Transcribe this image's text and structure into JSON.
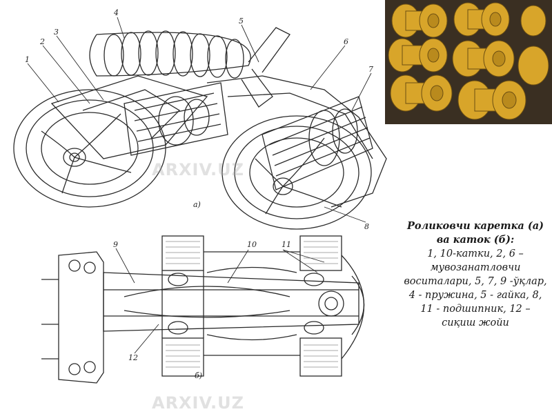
{
  "figure_a": {
    "sublabel": "а)",
    "callouts": [
      "1",
      "2",
      "3",
      "4",
      "5",
      "6",
      "7",
      "8"
    ]
  },
  "figure_b": {
    "sublabel": "б)",
    "callouts": [
      "9",
      "10",
      "11",
      "12"
    ]
  },
  "caption": {
    "title": "Роликовчи каретка (а) ва каток (б):",
    "body": "1, 10-катки, 2, 6 – мувозанатловчи воситалари, 5, 7, 9 -ўқлар, 4 - пружина, 5 - гайка, 8, 11 - подшипник, 12 – сиқиш жойи"
  },
  "watermark": "ARXIV.UZ",
  "colors": {
    "roller_yellow": "#d8a52a",
    "photo_bg": "#3a2f22",
    "ink": "#2a2a2a"
  }
}
